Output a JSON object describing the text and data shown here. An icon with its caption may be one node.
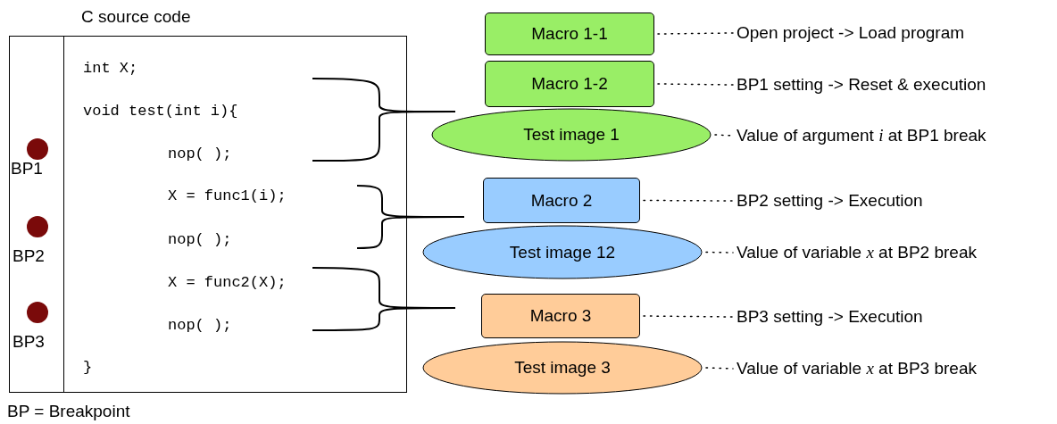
{
  "diagram": {
    "nodes": [
      {
        "text": [
          "C source code",
          "int X;",
          "void test(int i){",
          "nop( );",
          "X = func1(i);",
          "nop( );",
          "X = func2(X);",
          "nop( );",
          "}"
        ]
      },
      {
        "text": [
          "Macro 1-1"
        ]
      },
      {
        "text": [
          "Open project -> Load program"
        ]
      },
      {
        "text": [
          "Macro 1-2"
        ]
      },
      {
        "text": [
          "BP1 setting -> Reset & execution"
        ]
      },
      {
        "text": [
          "Test image 1"
        ]
      },
      {
        "text": [
          "Value of argument *i* at BP1 break"
        ]
      },
      {
        "text": [
          "Macro 2"
        ]
      },
      {
        "text": [
          "BP2 setting -> Execution"
        ]
      },
      {
        "text": [
          "Test image 12"
        ]
      },
      {
        "text": [
          "Value of variable *x* at BP2 break"
        ]
      },
      {
        "text": [
          "Macro 3"
        ]
      },
      {
        "text": [
          "BP3 setting -> Execution"
        ]
      },
      {
        "text": [
          "Test image 3"
        ]
      },
      {
        "text": [
          "Value of variable *x* at BP3 break"
        ]
      }
    ],
    "edges": [
      {
        "from": 1,
        "to": 2,
        "arrow": "none",
        "style": "dashed"
      },
      {
        "from": 3,
        "to": 4,
        "arrow": "none",
        "style": "dashed"
      },
      {
        "from": 5,
        "to": 6,
        "arrow": "none",
        "style": "dashed"
      },
      {
        "from": 7,
        "to": 8,
        "arrow": "none",
        "style": "dashed"
      },
      {
        "from": 9,
        "to": 10,
        "arrow": "none",
        "style": "dashed"
      },
      {
        "from": 11,
        "to": 12,
        "arrow": "none",
        "style": "dashed"
      },
      {
        "from": 13,
        "to": 14,
        "arrow": "none",
        "style": "dashed"
      }
    ],
    "labels": [
      "BP1",
      "BP2",
      "BP3",
      "BP = Breakpoint"
    ]
  }
}
